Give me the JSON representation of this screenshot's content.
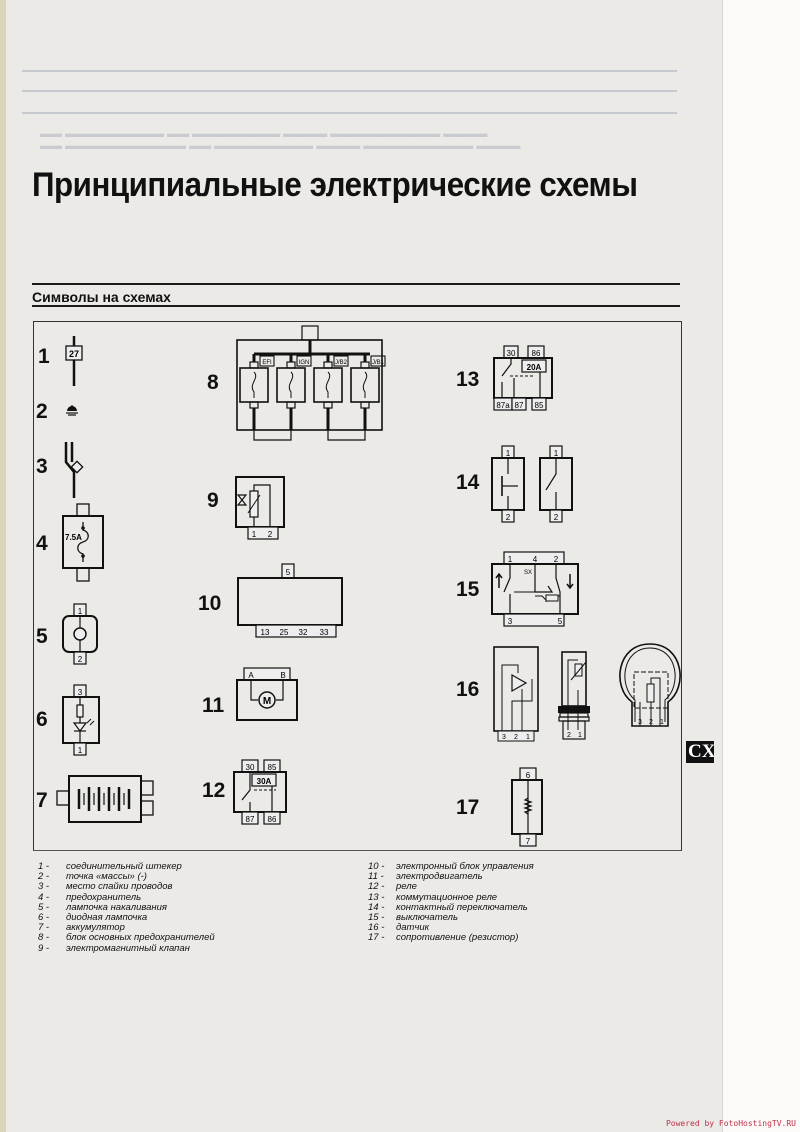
{
  "page": {
    "title": "Принципиальные электрические схемы",
    "section_title": "Символы на схемах",
    "side_tab": "CX",
    "watermark": "Powered by FotoHostingTV.RU"
  },
  "symbols": [
    {
      "num": "1",
      "label": "соединительный штекер",
      "pins": [
        "27"
      ]
    },
    {
      "num": "2",
      "label": "точка «массы» (-)"
    },
    {
      "num": "3",
      "label": "место спайки проводов"
    },
    {
      "num": "4",
      "label": "предохранитель",
      "rating": "7.5A"
    },
    {
      "num": "5",
      "label": "лампочка накаливания",
      "pins": [
        "1",
        "2"
      ]
    },
    {
      "num": "6",
      "label": "диодная лампочка",
      "pins": [
        "3",
        "1"
      ]
    },
    {
      "num": "7",
      "label": "аккумулятор"
    },
    {
      "num": "8",
      "label": "блок основных предохранителей",
      "fuses": [
        "EFI",
        "IGN",
        "J/B2",
        "J/B1"
      ]
    },
    {
      "num": "9",
      "label": "электромагнитный клапан",
      "pins": [
        "1",
        "2"
      ]
    },
    {
      "num": "10",
      "label": "электронный блок управления",
      "pins_top": [
        "5"
      ],
      "pins_bottom": [
        "13",
        "25",
        "32",
        "33"
      ]
    },
    {
      "num": "11",
      "label": "электродвигатель",
      "pins": [
        "A",
        "B"
      ],
      "center": "M"
    },
    {
      "num": "12",
      "label": "реле",
      "pins_top": [
        "30",
        "85"
      ],
      "pins_bottom": [
        "87",
        "86"
      ],
      "rating": "30A"
    },
    {
      "num": "13",
      "label": "коммутационное реле",
      "pins_top": [
        "30",
        "86"
      ],
      "pins_bottom": [
        "87a",
        "87",
        "85"
      ],
      "rating": "20A"
    },
    {
      "num": "14",
      "label": "контактный переключатель",
      "pins": [
        "1",
        "2"
      ]
    },
    {
      "num": "15",
      "label": "выключатель",
      "pins_top": [
        "1",
        "4",
        "2"
      ],
      "pins_bottom": [
        "3",
        "5"
      ],
      "inner": "SX"
    },
    {
      "num": "16",
      "label": "датчик",
      "pins_a": [
        "3",
        "2",
        "1"
      ],
      "pins_b": [
        "2",
        "1"
      ],
      "pins_c": [
        "3",
        "2",
        "1"
      ]
    },
    {
      "num": "17",
      "label": "сопротивление (резистор)",
      "pins": [
        "6",
        "7"
      ]
    }
  ],
  "legend_left": [
    {
      "k": "1 -",
      "v": "соединительный штекер"
    },
    {
      "k": "2 -",
      "v": "точка «массы» (-)"
    },
    {
      "k": "3 -",
      "v": "место спайки проводов"
    },
    {
      "k": "4 -",
      "v": "предохранитель"
    },
    {
      "k": "5 -",
      "v": "лампочка накаливания"
    },
    {
      "k": "6 -",
      "v": "диодная лампочка"
    },
    {
      "k": "7 -",
      "v": "аккумулятор"
    },
    {
      "k": "8 -",
      "v": "блок основных предохранителей"
    },
    {
      "k": "9 -",
      "v": "электромагнитный клапан"
    }
  ],
  "legend_right": [
    {
      "k": "10 -",
      "v": "электронный блок управления"
    },
    {
      "k": "11 -",
      "v": "электродвигатель"
    },
    {
      "k": "12 -",
      "v": "реле"
    },
    {
      "k": "13 -",
      "v": "коммутационное реле"
    },
    {
      "k": "14 -",
      "v": "контактный переключатель"
    },
    {
      "k": "15 -",
      "v": "выключатель"
    },
    {
      "k": "16 -",
      "v": "датчик"
    },
    {
      "k": "17 -",
      "v": "сопротивление (резистор)"
    }
  ]
}
